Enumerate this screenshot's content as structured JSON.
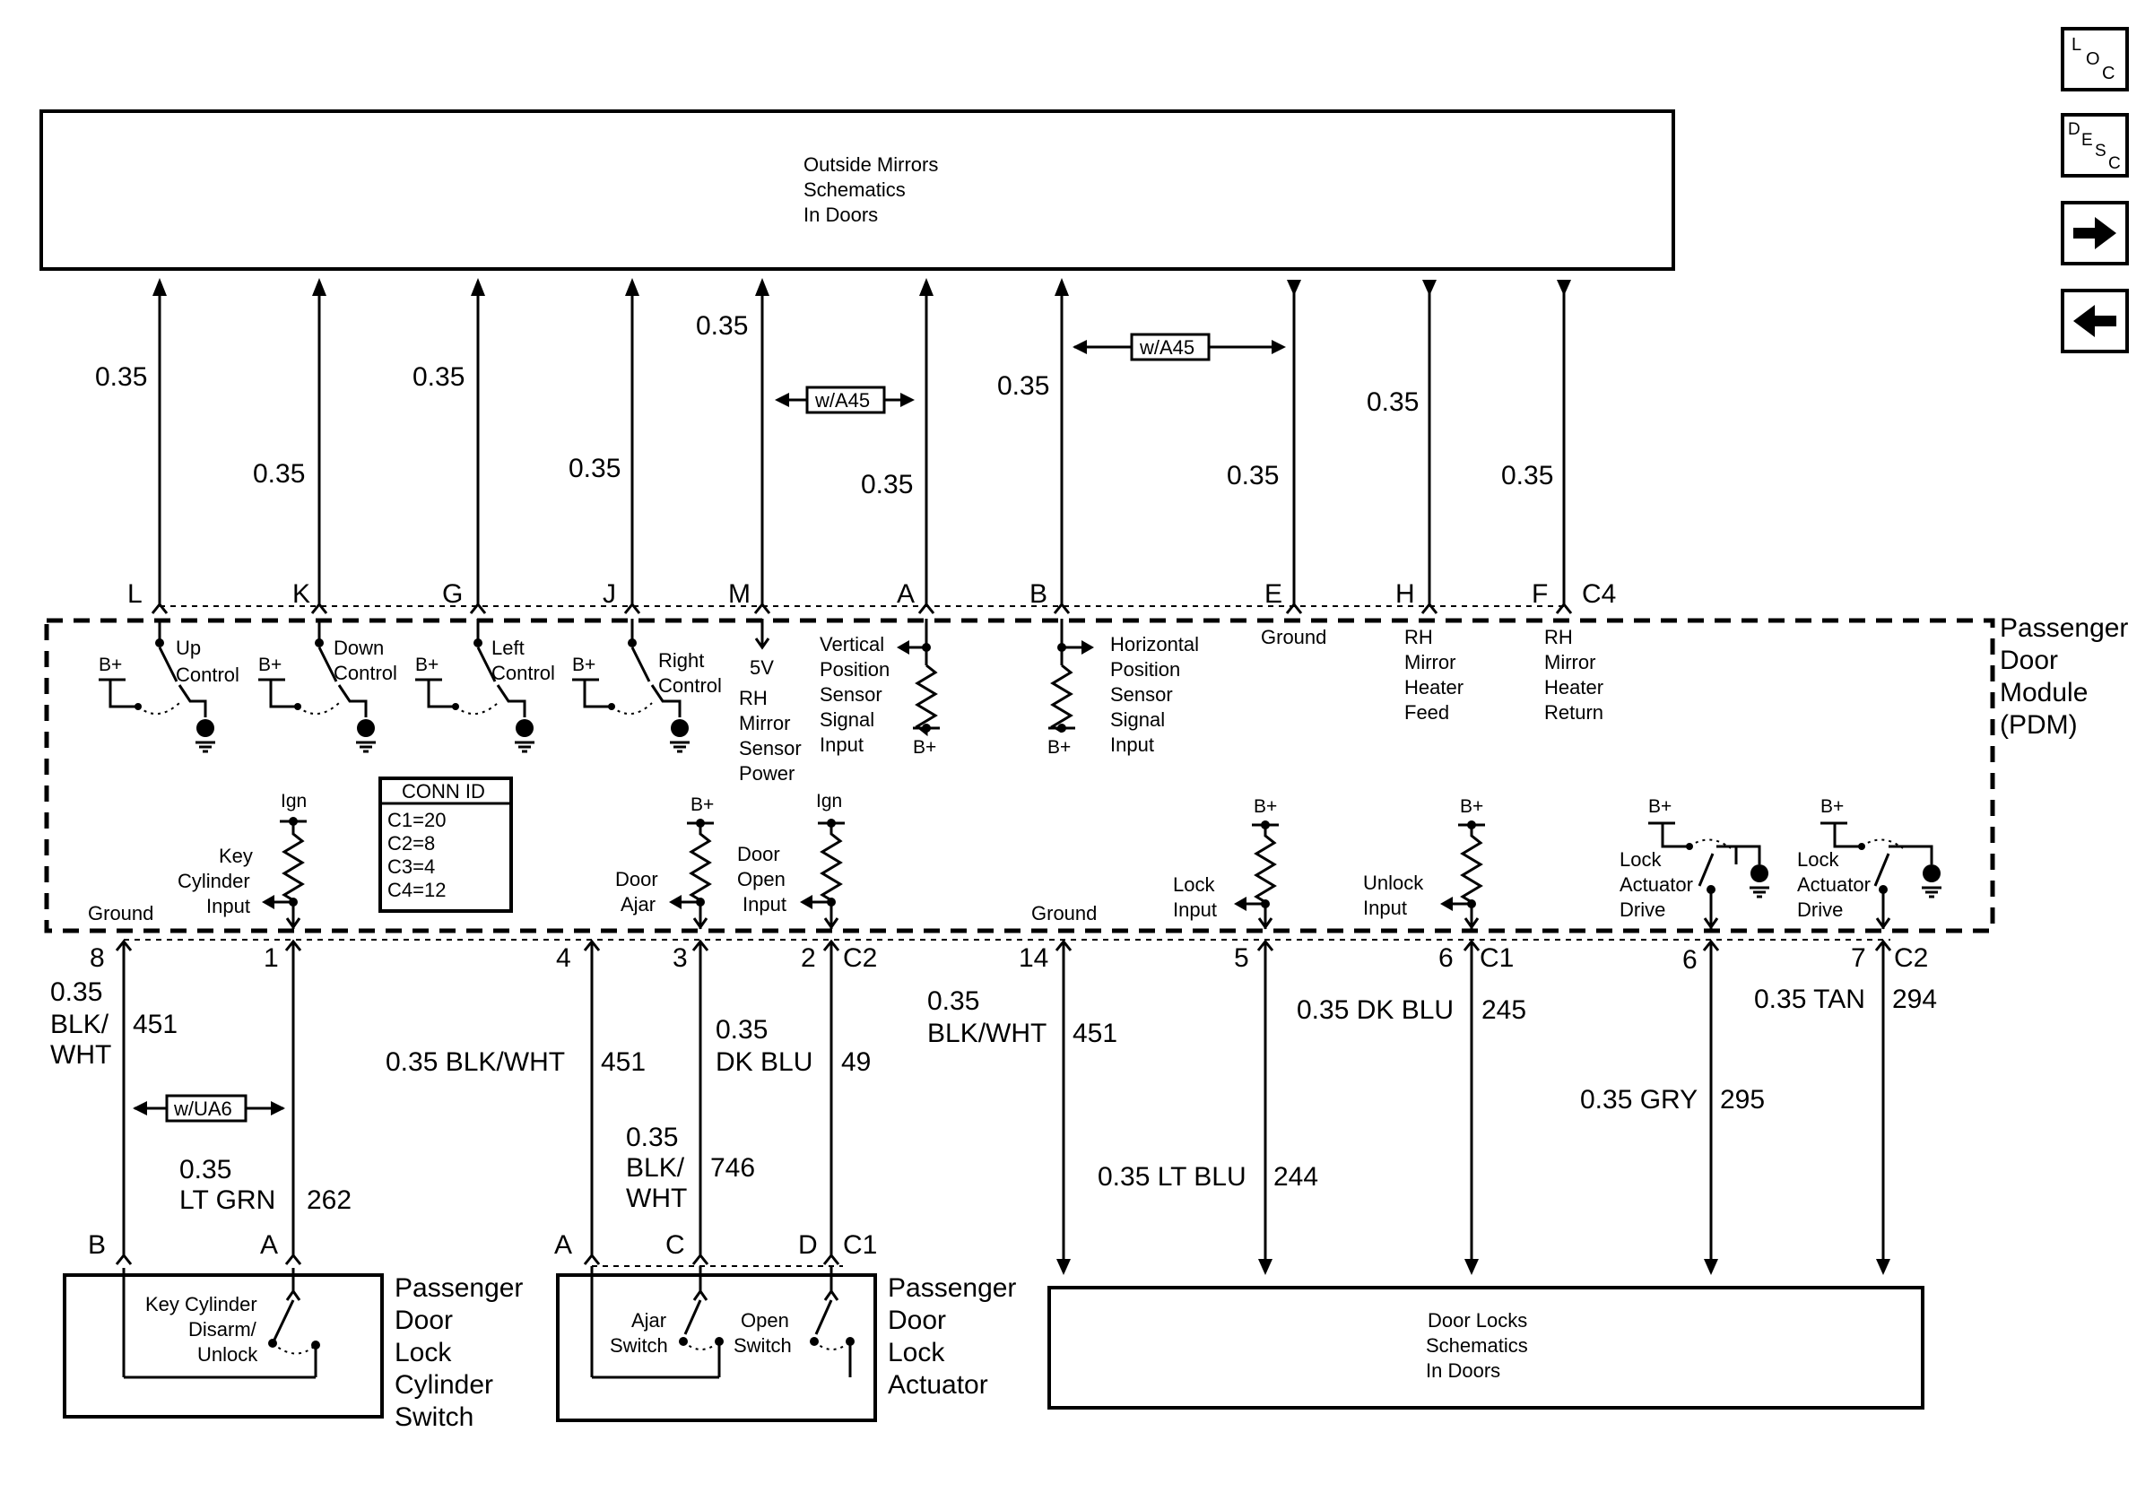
{
  "nav": {
    "loc": {
      "l": "L",
      "o": "O",
      "c": "C"
    },
    "desc": {
      "d": "D",
      "e": "E",
      "s": "S",
      "c": "C"
    }
  },
  "mirrors_box": {
    "line1": "Outside Mirrors",
    "line2": "Schematics",
    "line3": "In Doors"
  },
  "door_locks_box": {
    "line1": "Door Locks",
    "line2": "Schematics",
    "line3": "In Doors"
  },
  "pdm": {
    "line1": "Passenger",
    "line2": "Door",
    "line3": "Module",
    "line4": "(PDM)"
  },
  "conn_id": {
    "title": "CONN ID",
    "rows": [
      "C1=20",
      "C2=8",
      "C3=4",
      "C4=12"
    ]
  },
  "options": {
    "a45": "w/A45",
    "ua6": "w/UA6"
  },
  "c4": {
    "connector": "C4",
    "wire_size": "0.35",
    "pins": [
      {
        "pin": "L",
        "func": [
          "Up",
          "Control"
        ]
      },
      {
        "pin": "K",
        "func": [
          "Down",
          "Control"
        ]
      },
      {
        "pin": "G",
        "func": [
          "Left",
          "Control"
        ]
      },
      {
        "pin": "J",
        "func": [
          "Right",
          "Control"
        ]
      },
      {
        "pin": "M",
        "func": [
          "5V",
          "RH",
          "Mirror",
          "Sensor",
          "Power"
        ]
      },
      {
        "pin": "A",
        "func": [
          "Vertical",
          "Position",
          "Sensor",
          "Signal",
          "Input"
        ]
      },
      {
        "pin": "B",
        "func": [
          "Horizontal",
          "Position",
          "Sensor",
          "Signal",
          "Input"
        ]
      },
      {
        "pin": "E",
        "func": [
          "Ground"
        ]
      },
      {
        "pin": "H",
        "func": [
          "RH",
          "Mirror",
          "Heater",
          "Feed"
        ]
      },
      {
        "pin": "F",
        "func": [
          "RH",
          "Mirror",
          "Heater",
          "Return"
        ]
      }
    ]
  },
  "supply": {
    "bplus": "B+",
    "ign": "Ign"
  },
  "lower_funcs": {
    "ground": "Ground",
    "key_cyl": [
      "Key",
      "Cylinder",
      "Input"
    ],
    "door_ajar": [
      "Door",
      "Ajar"
    ],
    "door_open": [
      "Door",
      "Open",
      "Input"
    ],
    "lock_input": [
      "Lock",
      "Input"
    ],
    "unlock_input": [
      "Unlock",
      "Input"
    ],
    "lock_drive": [
      "Lock",
      "Actuator",
      "Drive"
    ]
  },
  "c2_pins": {
    "p8": "8",
    "p1": "1",
    "p4": "4",
    "p3": "3",
    "p2": "2",
    "conn": "C2",
    "p6": "6",
    "p7": "7"
  },
  "c1_pins": {
    "p14": "14",
    "p5": "5",
    "p6": "6",
    "conn": "C1"
  },
  "wires": {
    "w8": {
      "size": "0.35",
      "color1": "BLK/",
      "color2": "WHT",
      "circuit": "451"
    },
    "w1": {
      "size": "0.35",
      "color": "LT GRN",
      "circuit": "262"
    },
    "w4": {
      "label": "0.35 BLK/WHT",
      "circuit": "451"
    },
    "w3": {
      "size": "0.35",
      "color1": "BLK/",
      "color2": "WHT",
      "circuit": "746"
    },
    "w2": {
      "size": "0.35",
      "color": "DK BLU",
      "circuit": "49"
    },
    "w14": {
      "size": "0.35",
      "color": "BLK/WHT",
      "circuit": "451"
    },
    "w5": {
      "label": "0.35 LT BLU",
      "circuit": "244"
    },
    "w6c1": {
      "label": "0.35 DK BLU",
      "circuit": "245"
    },
    "w6c2": {
      "label": "0.35 GRY",
      "circuit": "295"
    },
    "w7c2": {
      "label": "0.35 TAN",
      "circuit": "294"
    }
  },
  "lock_cyl": {
    "pins": {
      "b": "B",
      "a": "A"
    },
    "switch": [
      "Key Cylinder",
      "Disarm/",
      "Unlock"
    ],
    "name": [
      "Passenger",
      "Door",
      "Lock",
      "Cylinder",
      "Switch"
    ]
  },
  "lock_act": {
    "pins": {
      "a": "A",
      "c": "C",
      "d": "D",
      "conn": "C1"
    },
    "ajar": [
      "Ajar",
      "Switch"
    ],
    "open": [
      "Open",
      "Switch"
    ],
    "name": [
      "Passenger",
      "Door",
      "Lock",
      "Actuator"
    ]
  }
}
